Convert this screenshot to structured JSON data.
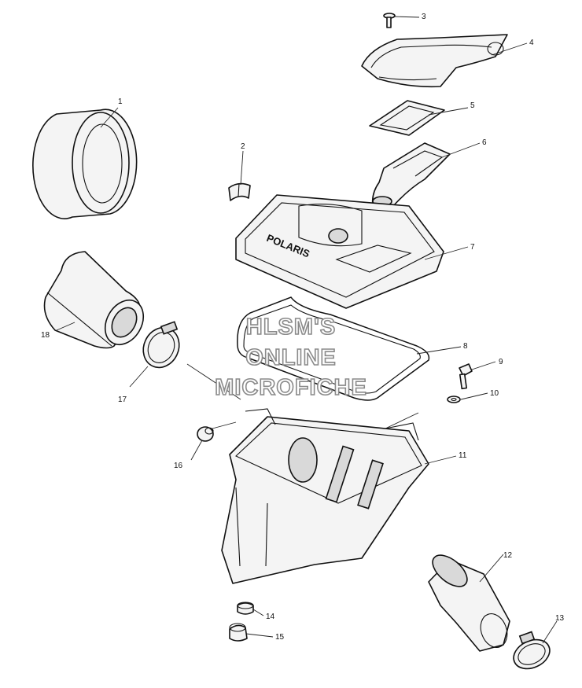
{
  "diagram": {
    "brand_label": "POLARIS",
    "watermark": [
      "HLSM'S",
      "ONLINE",
      "MICROFICHE"
    ],
    "callouts": [
      "1",
      "2",
      "3",
      "4",
      "5",
      "6",
      "7",
      "8",
      "9",
      "10",
      "11",
      "12",
      "13",
      "14",
      "15",
      "16",
      "17",
      "18"
    ]
  }
}
